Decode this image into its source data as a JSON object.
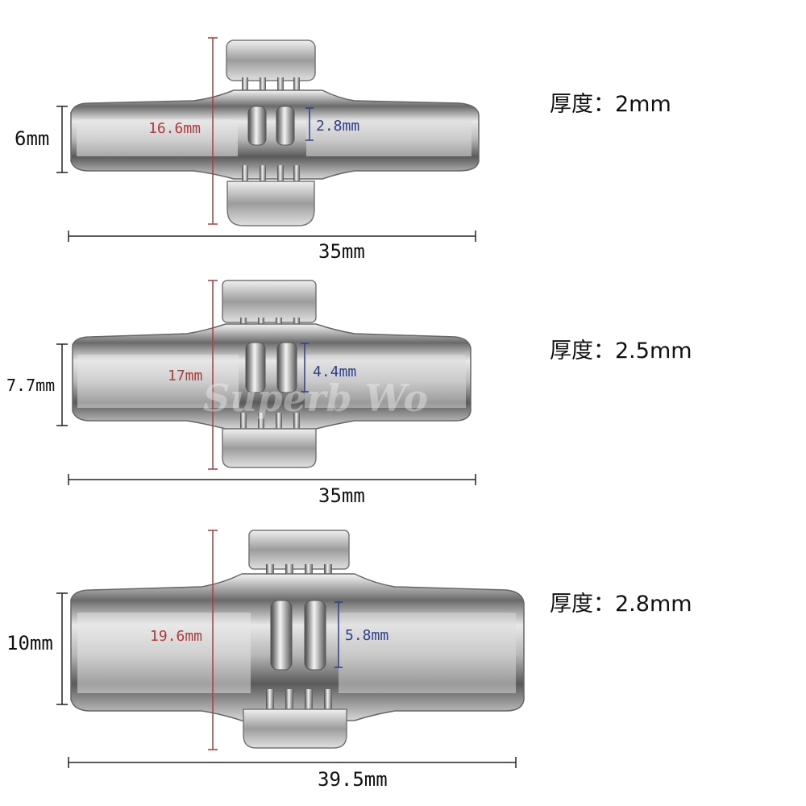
{
  "colors": {
    "red_line": "#b23a3a",
    "blue_line": "#2f3f8f",
    "dim_line": "#222222"
  },
  "rows": [
    {
      "height_label": "6mm",
      "length_label": "16.6mm",
      "pin_label": "2.8mm",
      "width_label": "35mm",
      "thickness_label": "厚度：2mm"
    },
    {
      "height_label": "7.7mm",
      "length_label": "17mm",
      "pin_label": "4.4mm",
      "width_label": "35mm",
      "thickness_label": "厚度：2.5mm"
    },
    {
      "height_label": "10mm",
      "length_label": "19.6mm",
      "pin_label": "5.8mm",
      "width_label": "39.5mm",
      "thickness_label": "厚度：2.8mm"
    }
  ],
  "watermark": "Superb Wo"
}
